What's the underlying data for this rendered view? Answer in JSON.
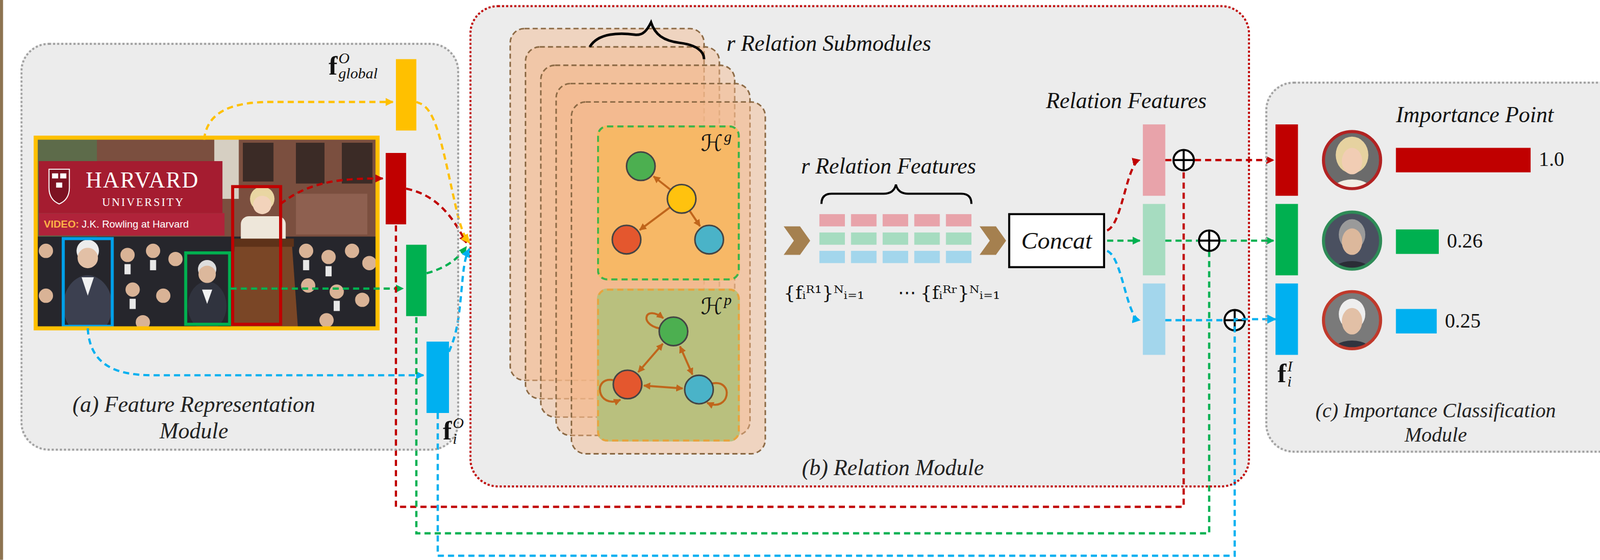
{
  "diagram": {
    "nodes": [
      {
        "text": [
          "(a) Feature Representation Module"
        ]
      },
      {
        "text": [
          "f",
          "O",
          "global"
        ],
        "in": 0
      },
      {
        "text": [
          "f",
          "O",
          "i"
        ],
        "in": 0
      },
      {
        "text": [
          "(b) Relation Module"
        ]
      },
      {
        "text": [
          "ℋ",
          "g"
        ],
        "in": 3
      },
      {
        "text": [
          "ℋ",
          "p"
        ],
        "in": 3
      },
      {
        "text": [
          "Concat"
        ],
        "in": 3
      },
      {
        "text": [
          "(c) Importance Classification Module"
        ]
      },
      {
        "text": [
          "f",
          "I",
          "i"
        ],
        "in": 7
      }
    ],
    "edges": [
      {
        "from": 1,
        "to": 3,
        "arrow": "to"
      },
      {
        "from": 2,
        "to": 3,
        "arrow": "to"
      },
      {
        "from": 2,
        "to": 8,
        "arrow": "to"
      }
    ],
    "labels": [
      "HARVARD",
      "UNIVERSITY",
      "VIDEO:",
      "J.K. Rowling at Harvard",
      "r Relation Submodules",
      "r Relation Features",
      "{fᵢᴿ¹}ᴺᵢ₌₁",
      "⋯",
      "{fᵢᴿʳ}ᴺᵢ₌₁",
      "Relation Features",
      "Importance Point",
      "1.0",
      "0.26",
      "0.25"
    ]
  }
}
